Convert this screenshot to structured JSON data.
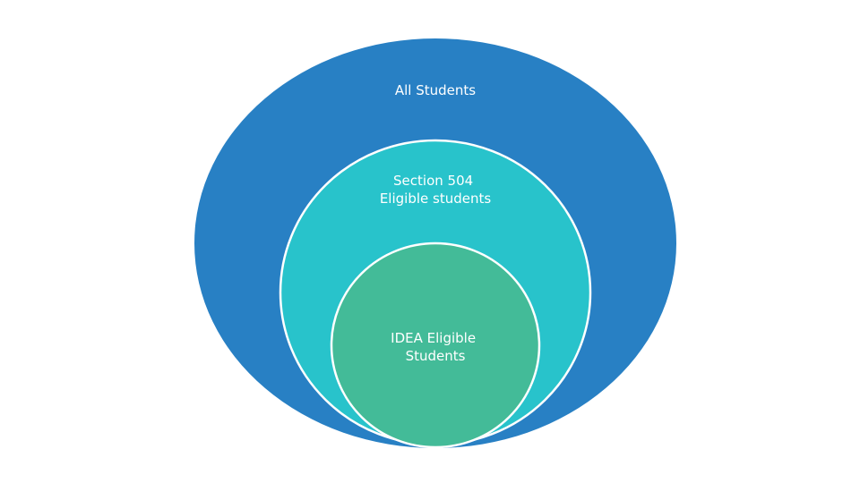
{
  "colors": {
    "outer": "#2880c4",
    "middle": "#28c3cb",
    "inner": "#43bb98",
    "outline": "#ffffff"
  },
  "diagram": {
    "layers": [
      {
        "label_lines": [
          "All Students"
        ]
      },
      {
        "label_lines": [
          "Section 504",
          "Eligible students"
        ]
      },
      {
        "label_lines": [
          "IDEA Eligible",
          "Students"
        ]
      }
    ]
  }
}
